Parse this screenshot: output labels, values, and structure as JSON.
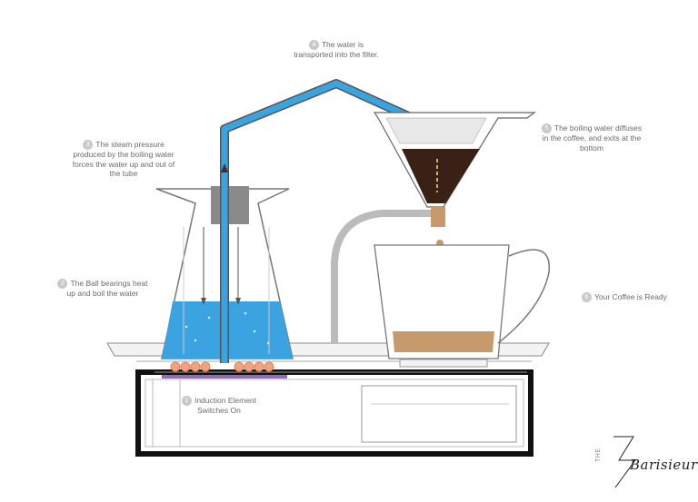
{
  "steps": [
    {
      "num": "1",
      "text": "Induction Element Switches On"
    },
    {
      "num": "2",
      "text": "The Ball bearings heat up and boil the water"
    },
    {
      "num": "3",
      "text": "The steam pressure produced by the boiling water forces the water up and out of the tube"
    },
    {
      "num": "4",
      "text": "The water is transported into the filter."
    },
    {
      "num": "5",
      "text": "The boiling water diffuses in the coffee, and exits at the bottom"
    },
    {
      "num": "6",
      "text": "Your Coffee is Ready"
    }
  ],
  "logo": {
    "prefix": "THE",
    "wordmark": "Barisieur"
  },
  "colors": {
    "water": "#3aa3e0",
    "coffee": "#3a2115",
    "milk_coffee": "#c69a6a",
    "ball": "#f4a27e"
  }
}
